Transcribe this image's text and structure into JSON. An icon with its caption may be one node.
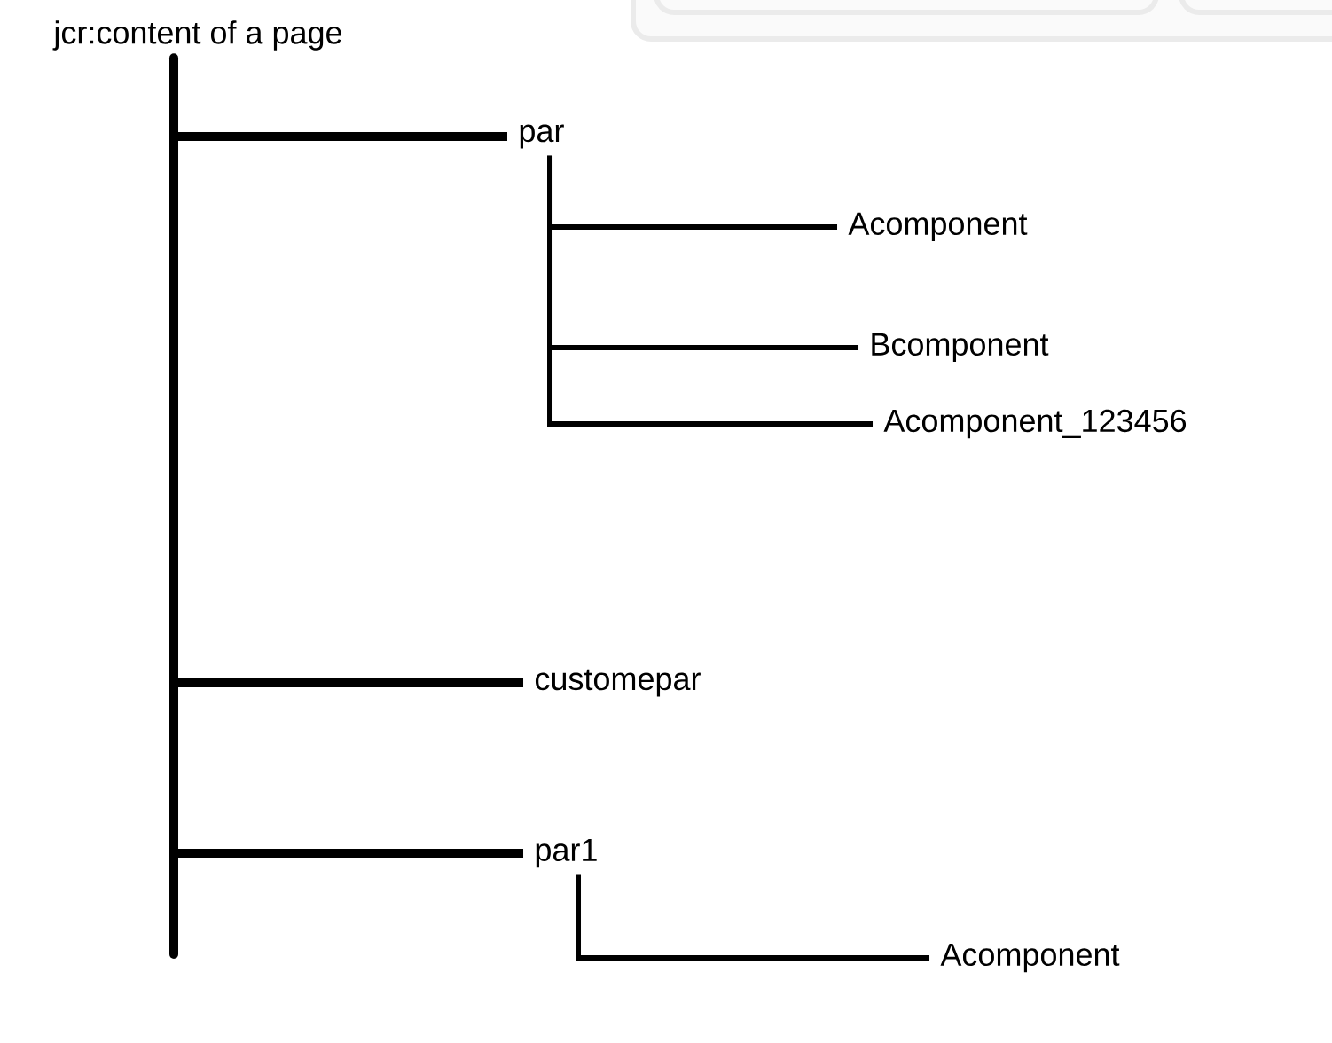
{
  "diagram": {
    "nodes": [
      {
        "text": [
          "jcr:content of a page"
        ]
      },
      {
        "text": [
          "par"
        ]
      },
      {
        "text": [
          "Acomponent"
        ]
      },
      {
        "text": [
          "Bcomponent"
        ]
      },
      {
        "text": [
          "Acomponent_123456"
        ]
      },
      {
        "text": [
          "customepar"
        ]
      },
      {
        "text": [
          "par1"
        ]
      },
      {
        "text": [
          "Acomponent"
        ]
      }
    ],
    "edges": [
      {
        "from": 0,
        "to": 1,
        "arrow": "none"
      },
      {
        "from": 1,
        "to": 2,
        "arrow": "none"
      },
      {
        "from": 1,
        "to": 3,
        "arrow": "none"
      },
      {
        "from": 1,
        "to": 4,
        "arrow": "none"
      },
      {
        "from": 0,
        "to": 5,
        "arrow": "none"
      },
      {
        "from": 0,
        "to": 6,
        "arrow": "none"
      },
      {
        "from": 6,
        "to": 7,
        "arrow": "none"
      }
    ]
  }
}
